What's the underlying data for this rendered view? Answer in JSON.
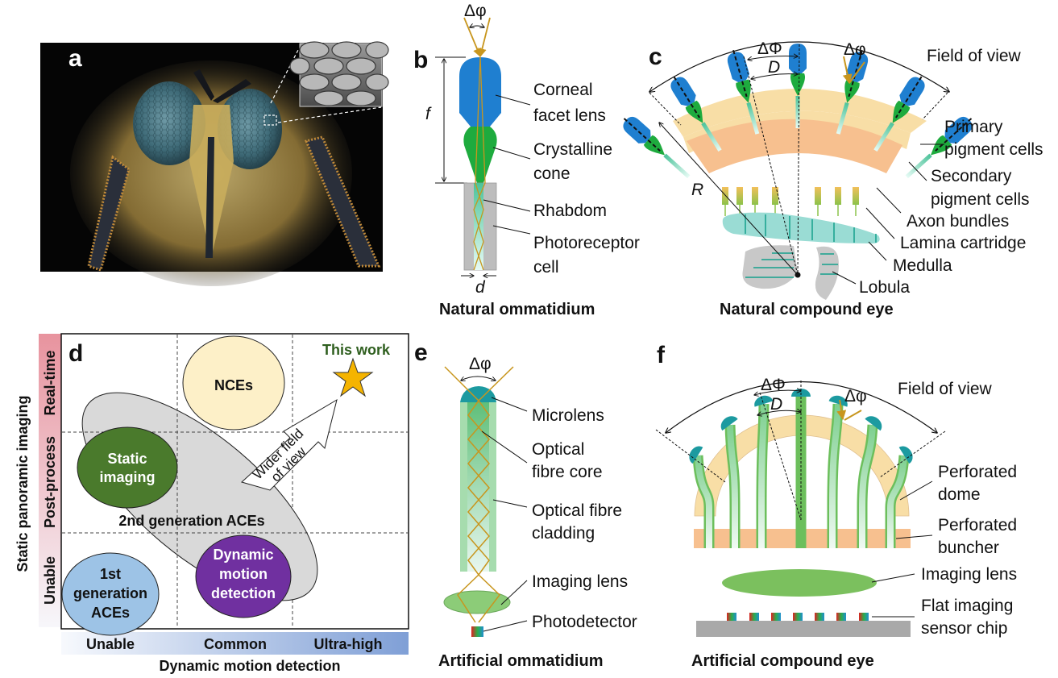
{
  "panels": {
    "a": {
      "letter": "a",
      "image_description": "Macro photograph of a robber fly head with large compound eyes",
      "inset_description": "SEM close-up of hexagonal ommatidia facets"
    },
    "b": {
      "letter": "b",
      "title": "Natural ommatidium",
      "delta_phi": "Δφ",
      "f_label": "f",
      "d_label": "d",
      "labels": [
        "Corneal",
        "facet lens",
        "Crystalline",
        "cone",
        "Rhabdom",
        "Photoreceptor",
        "cell"
      ]
    },
    "c": {
      "letter": "c",
      "title": "Natural compound eye",
      "field_of_view": "Field of view",
      "delta_Phi": "ΔΦ",
      "D_label": "D",
      "delta_phi": "Δφ",
      "R_label": "R",
      "labels": [
        "Primary",
        "pigment cells",
        "Secondary",
        "pigment cells",
        "Axon bundles",
        "Lamina cartridge",
        "Medulla",
        "Lobula"
      ]
    },
    "d": {
      "letter": "d",
      "this_work": "This work",
      "y_axis_title": "Static panoramic imaging",
      "y_levels": [
        "Unable",
        "Post-process",
        "Real-time"
      ],
      "x_axis_title": "Dynamic  motion detection",
      "x_levels": [
        "Unable",
        "Common",
        "Ultra-high"
      ],
      "arrow_label": [
        "Wider field",
        "of view"
      ],
      "bubbles": {
        "nces": "NCEs",
        "static": [
          "Static",
          "imaging"
        ],
        "second_gen": "2nd generation ACEs",
        "dynamic": [
          "Dynamic",
          "motion",
          "detection"
        ],
        "first_gen": [
          "1st",
          "generation",
          "ACEs"
        ]
      },
      "colors": {
        "this_work_text": "#2e5e1e",
        "star": "#f5b400",
        "nces": "#fdf0c8",
        "static": "#4a7a2c",
        "second_gen": "#d9d9d9",
        "dynamic": "#7030a0",
        "first_gen": "#9dc3e6"
      }
    },
    "e": {
      "letter": "e",
      "title": "Artificial ommatidium",
      "delta_phi": "Δφ",
      "labels": [
        "Microlens",
        "Optical",
        "fibre core",
        "Optical fibre",
        "cladding",
        "Imaging lens",
        "Photodetector"
      ]
    },
    "f": {
      "letter": "f",
      "title": "Artificial compound eye",
      "field_of_view": "Field of view",
      "delta_Phi": "ΔΦ",
      "D_label": "D",
      "delta_phi": "Δφ",
      "labels": [
        "Perforated",
        "dome",
        "Perforated",
        "buncher",
        "Imaging lens",
        "Flat imaging",
        "sensor chip"
      ]
    }
  }
}
